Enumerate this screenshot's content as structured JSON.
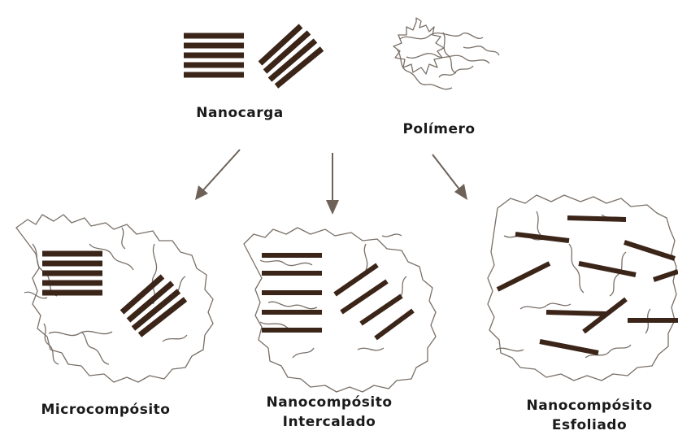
{
  "labels": {
    "nanocarga": "Nanocarga",
    "polimero": "Polímero",
    "micro": "Microcompósito",
    "intercalado_l1": "Nanocompósito",
    "intercalado_l2": "Intercalado",
    "esfoliado_l1": "Nanocompósito",
    "esfoliado_l2": "Esfoliado"
  },
  "colors": {
    "plate": "#3b2418",
    "polymer": "#7a7068",
    "arrow": "#6e6258"
  }
}
